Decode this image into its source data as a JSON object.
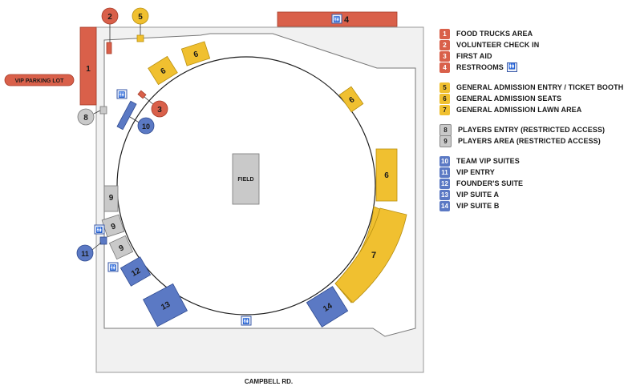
{
  "field_label": "FIELD",
  "parking_label": "VIP PARKING LOT",
  "street_label": "CAMPBELL RD.",
  "colors": {
    "red": "#d9604a",
    "yellow": "#f0c030",
    "gray": "#c9c9c9",
    "blue": "#5b79c4",
    "site": "#f1f1f1"
  },
  "legend": [
    {
      "group": "red",
      "items": [
        {
          "num": "1",
          "label": "FOOD TRUCKS AREA"
        },
        {
          "num": "2",
          "label": "VOLUNTEER CHECK IN"
        },
        {
          "num": "3",
          "label": "FIRST AID"
        },
        {
          "num": "4",
          "label": "RESTROOMS",
          "icon": "restroom-icon"
        }
      ]
    },
    {
      "group": "yellow",
      "items": [
        {
          "num": "5",
          "label": "GENERAL ADMISSION ENTRY / TICKET BOOTH"
        },
        {
          "num": "6",
          "label": "GENERAL ADMISSION SEATS"
        },
        {
          "num": "7",
          "label": "GENERAL ADMISSION LAWN AREA"
        }
      ]
    },
    {
      "group": "gray",
      "items": [
        {
          "num": "8",
          "label": "PLAYERS ENTRY (RESTRICTED ACCESS)"
        },
        {
          "num": "9",
          "label": "PLAYERS AREA (RESTRICTED ACCESS)"
        }
      ]
    },
    {
      "group": "blue",
      "items": [
        {
          "num": "10",
          "label": "TEAM VIP SUITES"
        },
        {
          "num": "11",
          "label": "VIP ENTRY"
        },
        {
          "num": "12",
          "label": "FOUNDER'S SUITE"
        },
        {
          "num": "13",
          "label": "VIP SUITE A"
        },
        {
          "num": "14",
          "label": "VIP SUITE B"
        }
      ]
    }
  ],
  "map_labels": {
    "area_1": "1",
    "marker_2": "2",
    "marker_3": "3",
    "area_4": "4",
    "marker_5": "5",
    "seats_6": "6",
    "lawn_7": "7",
    "marker_8": "8",
    "players_9": "9",
    "marker_10": "10",
    "marker_11": "11",
    "suite_12": "12",
    "suite_13": "13",
    "suite_14": "14"
  }
}
